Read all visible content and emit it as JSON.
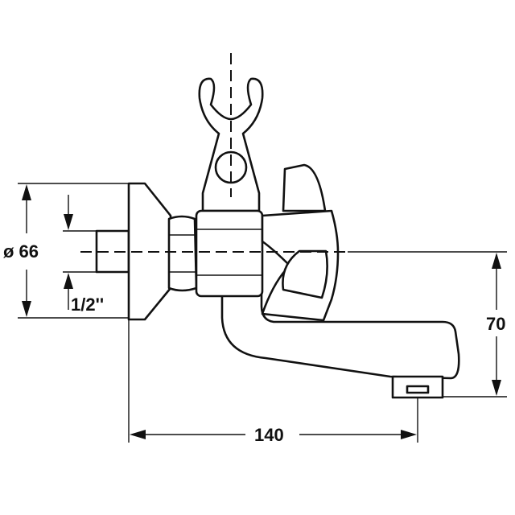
{
  "drawing": {
    "dimensions": {
      "flange_diameter": "ø 66",
      "connection_thread": "1/2''",
      "spout_height": "70",
      "projection": "140"
    },
    "line_color": "#111111",
    "background": "#ffffff"
  }
}
